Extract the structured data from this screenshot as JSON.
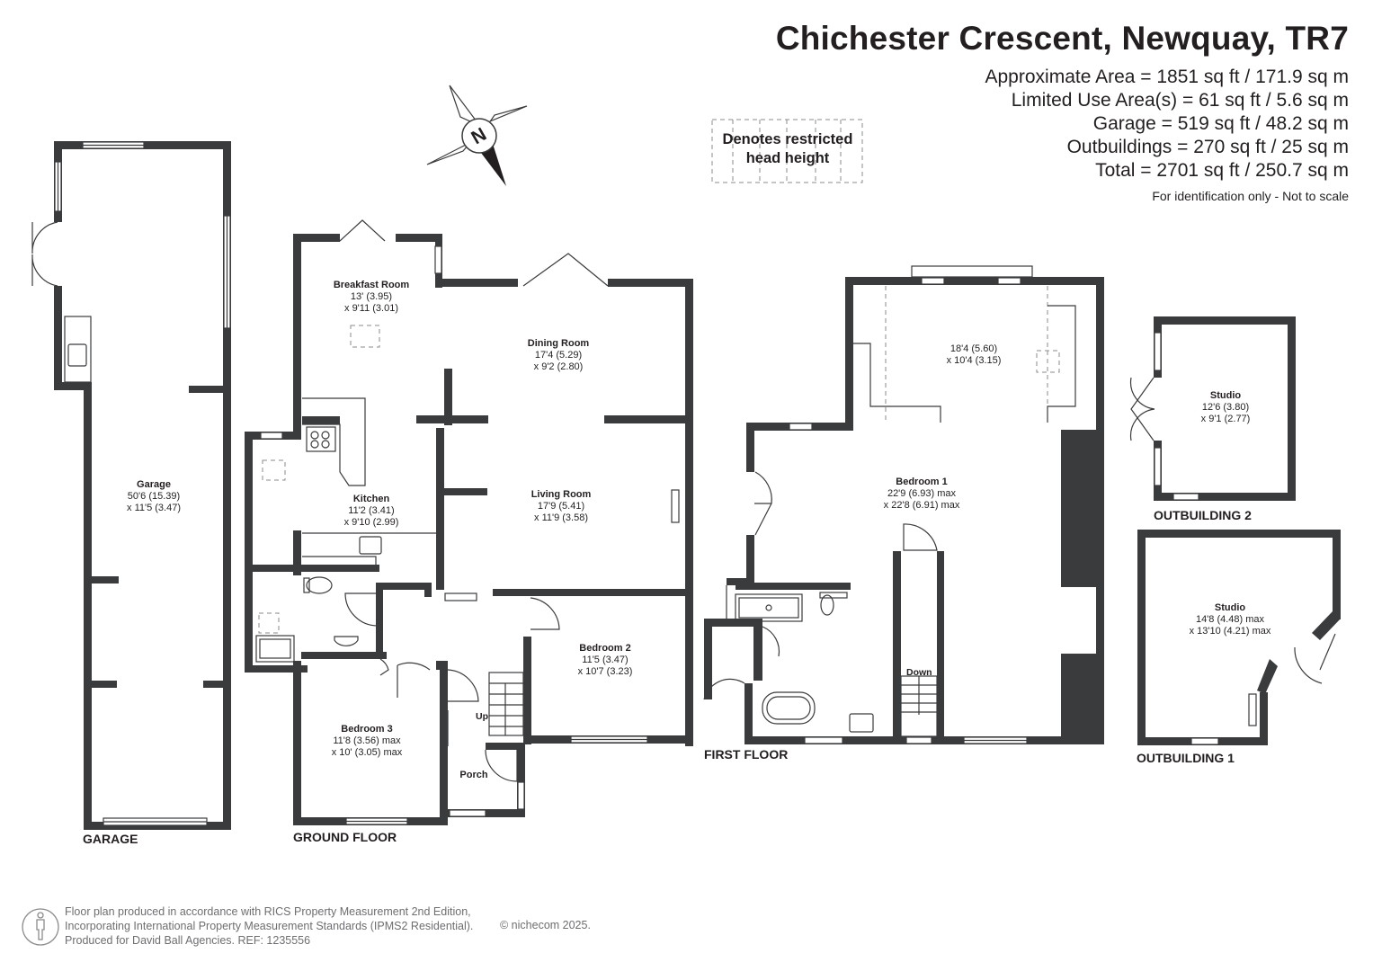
{
  "header": {
    "title": "Chichester Crescent, Newquay, TR7",
    "areas": [
      "Approximate Area = 1851 sq ft / 171.9 sq m",
      "Limited Use Area(s) = 61 sq ft / 5.6 sq m",
      "Garage = 519 sq ft / 48.2 sq m",
      "Outbuildings = 270 sq ft / 25 sq m",
      "Total = 2701 sq ft / 250.7 sq m"
    ],
    "note": "For identification only - Not to scale"
  },
  "legend": {
    "line1": "Denotes restricted",
    "line2": "head height"
  },
  "compass": {
    "letter": "N"
  },
  "floors": {
    "garage": "GARAGE",
    "ground": "GROUND FLOOR",
    "first": "FIRST FLOOR",
    "out2": "OUTBUILDING 2",
    "out1": "OUTBUILDING 1"
  },
  "rooms": {
    "garage": {
      "name": "Garage",
      "d1": "50'6 (15.39)",
      "d2": "x 11'5 (3.47)"
    },
    "breakfast": {
      "name": "Breakfast Room",
      "d1": "13' (3.95)",
      "d2": "x 9'11 (3.01)"
    },
    "dining": {
      "name": "Dining Room",
      "d1": "17'4 (5.29)",
      "d2": "x 9'2 (2.80)"
    },
    "kitchen": {
      "name": "Kitchen",
      "d1": "11'2 (3.41)",
      "d2": "x 9'10 (2.99)"
    },
    "living": {
      "name": "Living Room",
      "d1": "17'9 (5.41)",
      "d2": "x 11'9 (3.58)"
    },
    "bed2": {
      "name": "Bedroom 2",
      "d1": "11'5 (3.47)",
      "d2": "x 10'7 (3.23)"
    },
    "bed3": {
      "name": "Bedroom 3",
      "d1": "11'8 (3.56) max",
      "d2": "x 10' (3.05) max"
    },
    "porch": {
      "name": "Porch"
    },
    "up": "Up",
    "down": "Down",
    "landing": {
      "d1": "18'4 (5.60)",
      "d2": "x 10'4 (3.15)"
    },
    "bed1": {
      "name": "Bedroom 1",
      "d1": "22'9 (6.93) max",
      "d2": "x 22'8 (6.91) max"
    },
    "studio2": {
      "name": "Studio",
      "d1": "12'6 (3.80)",
      "d2": "x 9'1 (2.77)"
    },
    "studio1": {
      "name": "Studio",
      "d1": "14'8 (4.48) max",
      "d2": "x 13'10 (4.21) max"
    }
  },
  "footer": {
    "line1": "Floor plan produced in accordance with RICS Property Measurement 2nd Edition,",
    "line2": "Incorporating International Property Measurement Standards (IPMS2 Residential).",
    "line3": "Produced for David Ball Agencies.   REF:  1235556",
    "copyright": "© nichecom 2025."
  }
}
